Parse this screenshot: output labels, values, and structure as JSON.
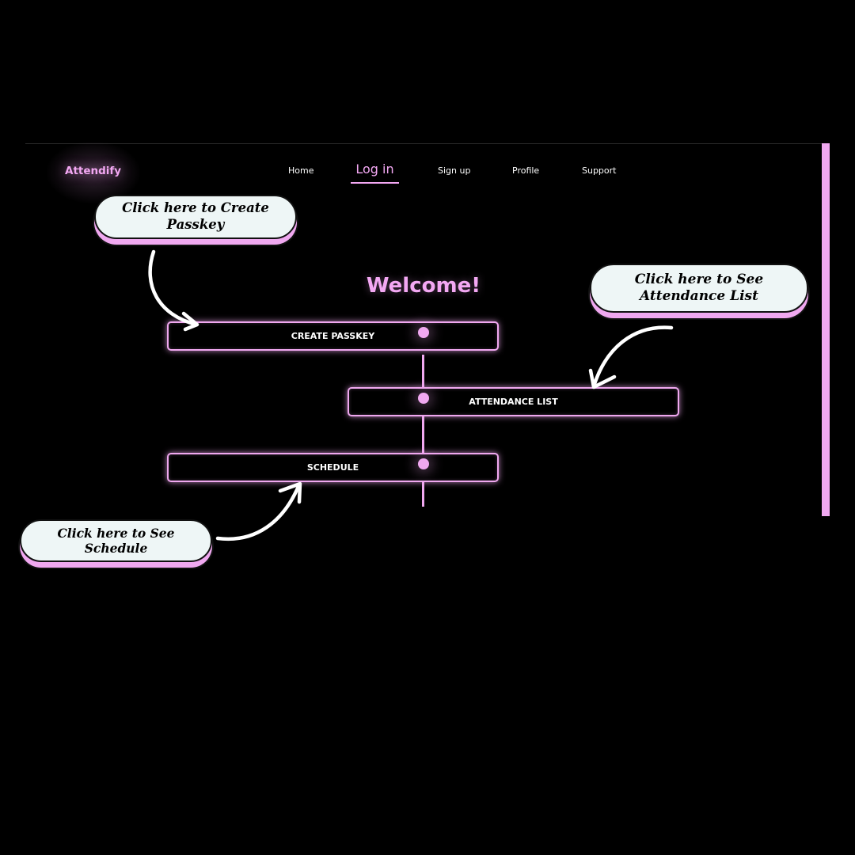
{
  "brand": "Attendify",
  "nav": {
    "home": "Home",
    "login": "Log in",
    "signup": "Sign up",
    "profile": "Profile",
    "support": "Support"
  },
  "welcome": "Welcome!",
  "actions": {
    "create_passkey": "CREATE PASSKEY",
    "attendance_list": "ATTENDANCE LIST",
    "schedule": "SCHEDULE"
  },
  "callouts": {
    "create_passkey": "Click here to Create Passkey",
    "attendance_list": "Click here to See Attendance List",
    "schedule": "Click here to See Schedule"
  },
  "colors": {
    "background": "#000000",
    "accent": "#f0a8f0",
    "bubble": "#eef6f6",
    "text": "#ffffff"
  },
  "icons": {
    "arrow": "curved-arrow-icon",
    "dot": "timeline-dot-icon"
  }
}
